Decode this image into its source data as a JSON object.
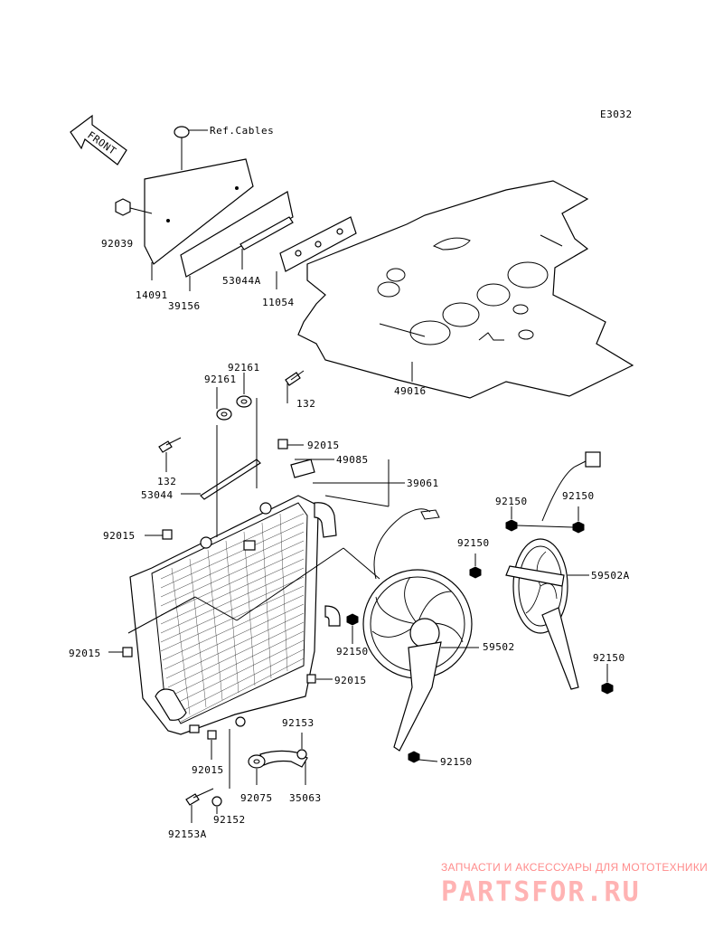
{
  "diagram_id": "E3032",
  "front_label": "FRONT",
  "callouts": {
    "ref_cables": "Ref.Cables",
    "p92039": "92039",
    "p53044A": "53044A",
    "p11054": "11054",
    "p14091": "14091",
    "p39156": "39156",
    "p49016": "49016",
    "p92161_a": "92161",
    "p92161_b": "92161",
    "p132_a": "132",
    "p132_b": "132",
    "p92015_a": "92015",
    "p49085": "49085",
    "p39061": "39061",
    "p53044": "53044",
    "p92015_b": "92015",
    "p92150_a": "92150",
    "p92150_b": "92150",
    "p92150_c": "92150",
    "p59502A": "59502A",
    "p92015_c": "92015",
    "p92150_d": "92150",
    "p59502": "59502",
    "p92150_e": "92150",
    "p92015_d": "92015",
    "p92153": "92153",
    "p92150_f": "92150",
    "p92015_e": "92015",
    "p92075": "92075",
    "p35063": "35063",
    "p92152": "92152",
    "p92153A": "92153A"
  },
  "watermark": {
    "tagline": "ЗАПЧАСТИ И АКСЕССУАРЫ ДЛЯ МОТОТЕХНИКИ",
    "brand": "PARTSFOR.RU"
  }
}
